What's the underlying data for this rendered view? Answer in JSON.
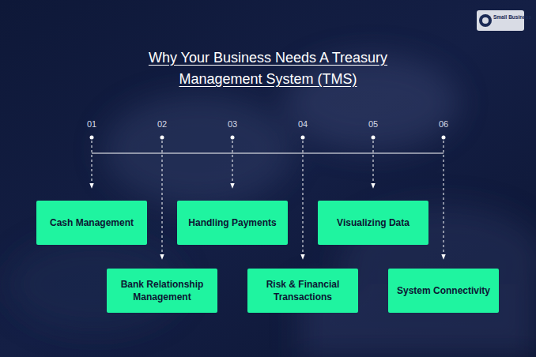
{
  "diagram": {
    "title": "Why Your Business Needs A Treasury Management System (TMS)",
    "nodes": [
      {
        "text": [
          "Cash Management"
        ]
      },
      {
        "text": [
          "Bank Relationship Management"
        ]
      },
      {
        "text": [
          "Handling Payments"
        ]
      },
      {
        "text": [
          "Risk & Financial Transactions"
        ]
      },
      {
        "text": [
          "Visualizing Data"
        ]
      },
      {
        "text": [
          "System Connectivity"
        ]
      }
    ],
    "labels": [
      "01",
      "02",
      "03",
      "04",
      "05",
      "06",
      "Small Business"
    ]
  }
}
